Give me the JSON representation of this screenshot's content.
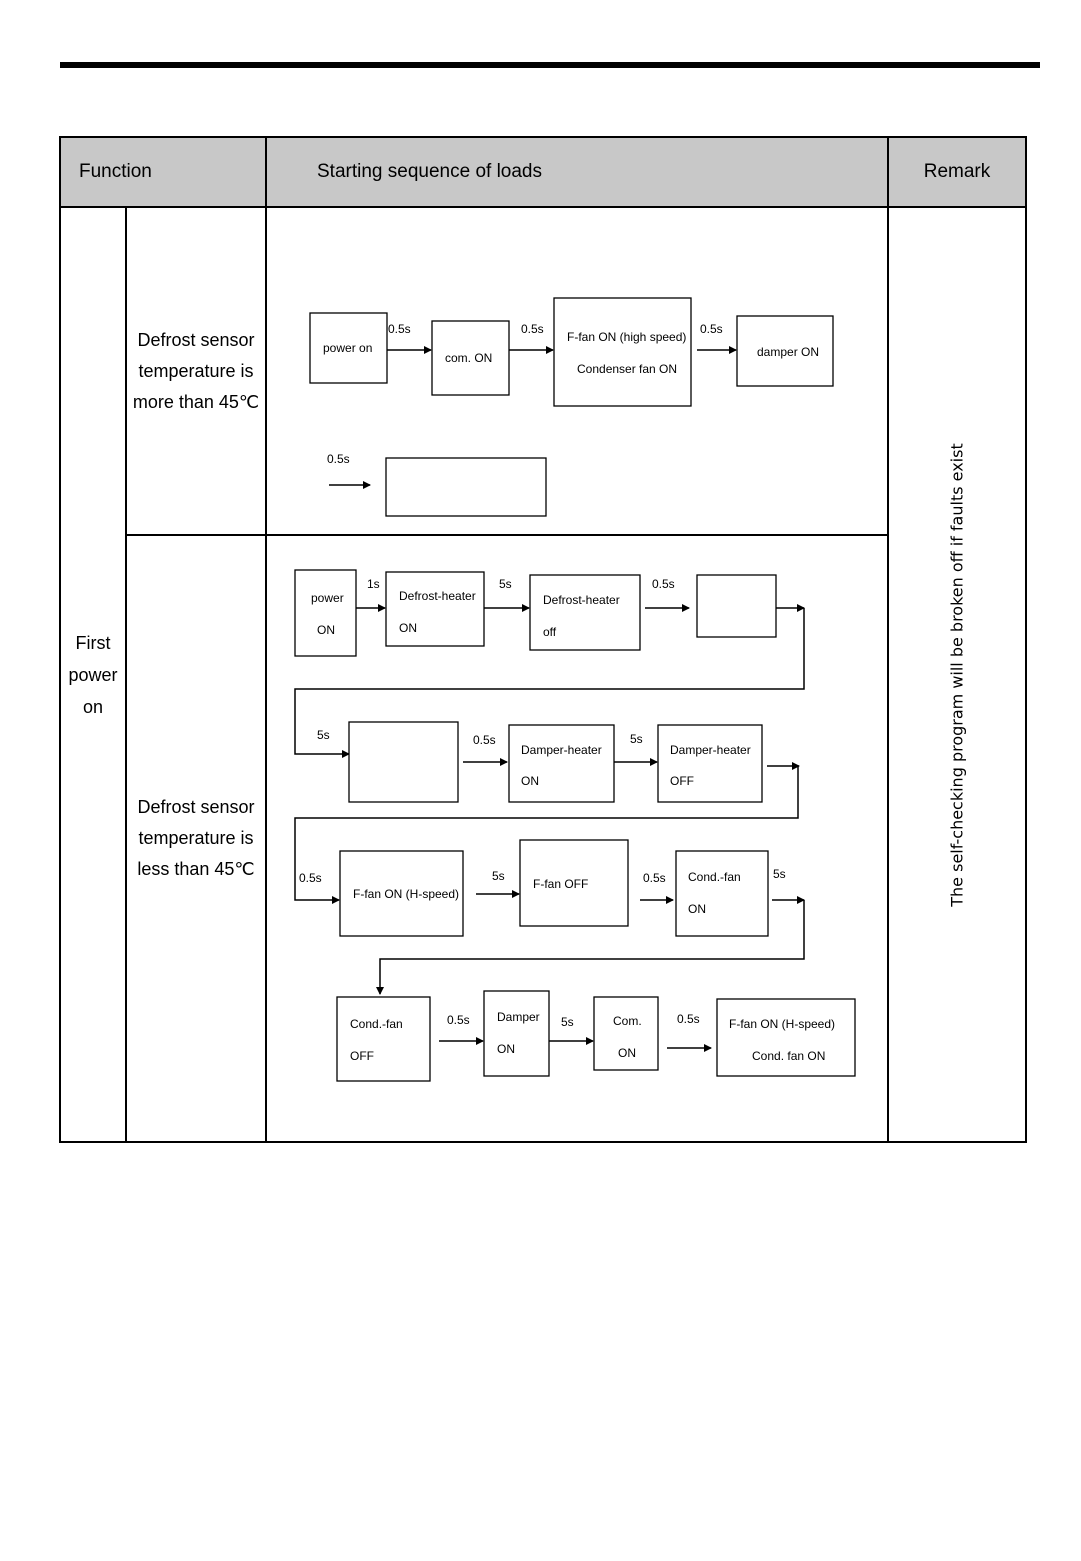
{
  "header": {
    "function": "Function",
    "sequence": "Starting sequence of loads",
    "remark": "Remark"
  },
  "first_power_on": [
    "First",
    "power",
    "on"
  ],
  "conditions": {
    "more": [
      "Defrost sensor",
      "temperature is",
      "more than 45℃"
    ],
    "less": [
      "Defrost sensor",
      "temperature is",
      "less than 45℃"
    ]
  },
  "remark_text": "The self-checking program will be broken off if faults exist",
  "diagram_more": {
    "boxes": [
      "power on",
      "com. ON",
      "F-fan ON (high speed)",
      "Condenser fan ON",
      "damper ON",
      ""
    ],
    "delays": [
      "0.5s",
      "0.5s",
      "0.5s",
      "0.5s"
    ]
  },
  "diagram_less": {
    "row1": {
      "boxes": [
        "power",
        "ON",
        "Defrost-heater",
        "ON",
        "Defrost-heater",
        "off",
        ""
      ],
      "delays": [
        "1s",
        "5s",
        "0.5s"
      ]
    },
    "row2": {
      "boxes": [
        "",
        "Damper-heater",
        "ON",
        "Damper-heater",
        "OFF"
      ],
      "delays": [
        "5s",
        "0.5s",
        "5s"
      ]
    },
    "row3": {
      "boxes": [
        "F-fan ON (H-speed)",
        "F-fan OFF",
        "Cond.-fan",
        "ON"
      ],
      "delays": [
        "0.5s",
        "5s",
        "0.5s",
        "5s"
      ]
    },
    "row4": {
      "boxes": [
        "Cond.-fan",
        "OFF",
        "Damper",
        "ON",
        "Com.",
        "ON",
        "F-fan ON (H-speed)",
        "Cond. fan ON"
      ],
      "delays": [
        "0.5s",
        "5s",
        "0.5s"
      ]
    }
  }
}
